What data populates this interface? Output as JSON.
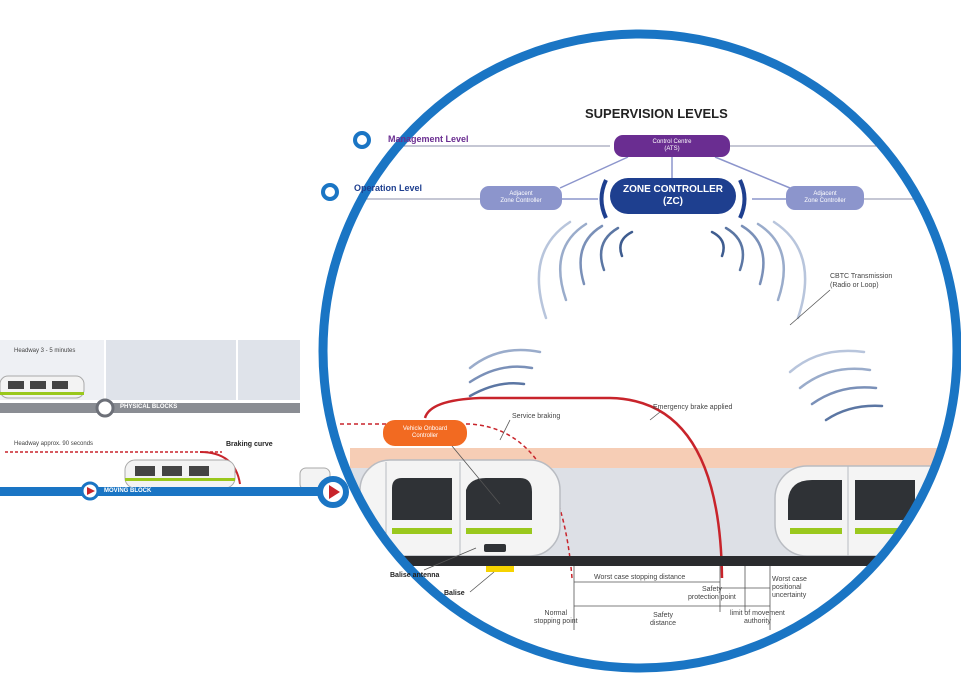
{
  "title": "SUPERVISION LEVELS",
  "levels": {
    "management": "Management Level",
    "operation": "Operation Level"
  },
  "nodes": {
    "control_centre": [
      "Control Centre",
      "(ATS)"
    ],
    "zone_controller": [
      "ZONE CONTROLLER",
      "(ZC)"
    ],
    "adjacent_left": [
      "Adjacent",
      "Zone Controller"
    ],
    "adjacent_right": [
      "Adjacent",
      "Zone Controller"
    ],
    "vobc": [
      "Vehicle Onboard",
      "Controller"
    ]
  },
  "labels": {
    "cbtc": [
      "CBTC Transmission",
      "(Radio or Loop)"
    ],
    "service_braking": "Service braking",
    "emergency_brake": "Emergency brake applied",
    "balise_antenna": "Balise antenna",
    "balise": "Balise",
    "worst_case": "Worst case stopping distance",
    "safety_protection": [
      "Safety",
      "protection point"
    ],
    "worst_case_uncertainty": [
      "Worst case",
      "positional",
      "uncertainty"
    ],
    "normal_stopping": [
      "Normal",
      "stopping point"
    ],
    "safety_distance": [
      "Safety",
      "distance"
    ],
    "limit_movement": [
      "limit of movement",
      "authority"
    ]
  },
  "left_panel": {
    "headway_fixed": "Headway 3 - 5 minutes",
    "physical_blocks": "PHYSICAL BLOCKS",
    "headway_moving": "Headway approx. 90 seconds",
    "braking_curve": "Braking curve",
    "moving_block": "MOVING BLOCK"
  },
  "colors": {
    "ring_blue": "#1a75c4",
    "zc_blue": "#1e3f8f",
    "purple": "#6a2d91",
    "adjacent": "#8c95cc",
    "orange": "#f26a21",
    "red": "#c8242b",
    "train_green": "#9ac81d",
    "salmon": "#f6cdb5"
  }
}
